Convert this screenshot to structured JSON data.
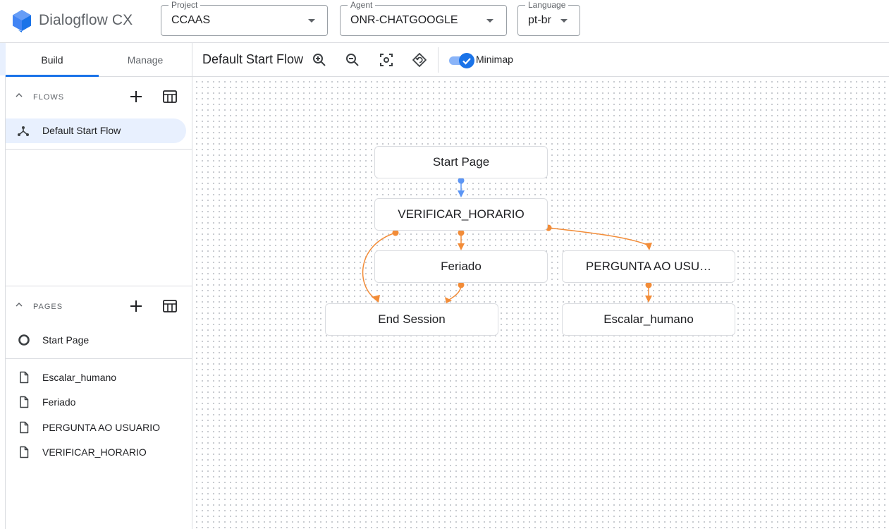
{
  "header": {
    "app_title": "Dialogflow CX",
    "project": {
      "label": "Project",
      "value": "CCAAS"
    },
    "agent": {
      "label": "Agent",
      "value": "ONR-CHATGOOGLE"
    },
    "language": {
      "label": "Language",
      "value": "pt-br"
    }
  },
  "sidebar": {
    "tabs": [
      {
        "label": "Build",
        "active": true
      },
      {
        "label": "Manage",
        "active": false
      }
    ],
    "flows": {
      "title": "FLOWS",
      "items": [
        {
          "label": "Default Start Flow",
          "selected": true
        }
      ]
    },
    "pages": {
      "title": "PAGES",
      "start_page": "Start Page",
      "items": [
        {
          "label": "Escalar_humano"
        },
        {
          "label": "Feriado"
        },
        {
          "label": "PERGUNTA AO USUARIO"
        },
        {
          "label": "VERIFICAR_HORARIO"
        }
      ]
    }
  },
  "canvas": {
    "flow_title": "Default Start Flow",
    "toolbar": {
      "icons": [
        "zoom-in-icon",
        "zoom-out-icon",
        "fit-view-icon",
        "reset-layout-icon"
      ],
      "minimap_label": "Minimap",
      "minimap_enabled": true
    },
    "nodes": [
      {
        "id": "start",
        "label": "Start Page"
      },
      {
        "id": "verificar",
        "label": "VERIFICAR_HORARIO"
      },
      {
        "id": "feriado",
        "label": "Feriado"
      },
      {
        "id": "pergunta",
        "label": "PERGUNTA AO USU…"
      },
      {
        "id": "end",
        "label": "End Session"
      },
      {
        "id": "escalar",
        "label": "Escalar_humano"
      }
    ],
    "edges": [
      {
        "from": "start",
        "to": "verificar",
        "kind": "intent"
      },
      {
        "from": "verificar",
        "to": "feriado",
        "kind": "condition"
      },
      {
        "from": "verificar",
        "to": "end",
        "kind": "condition"
      },
      {
        "from": "verificar",
        "to": "pergunta",
        "kind": "condition"
      },
      {
        "from": "feriado",
        "to": "end",
        "kind": "condition"
      },
      {
        "from": "pergunta",
        "to": "escalar",
        "kind": "condition"
      }
    ],
    "colors": {
      "intent": "#5b95f5",
      "condition": "#f28c38"
    }
  },
  "colors": {
    "accent": "#1a73e8",
    "selected_bg": "#e8f0fe"
  }
}
